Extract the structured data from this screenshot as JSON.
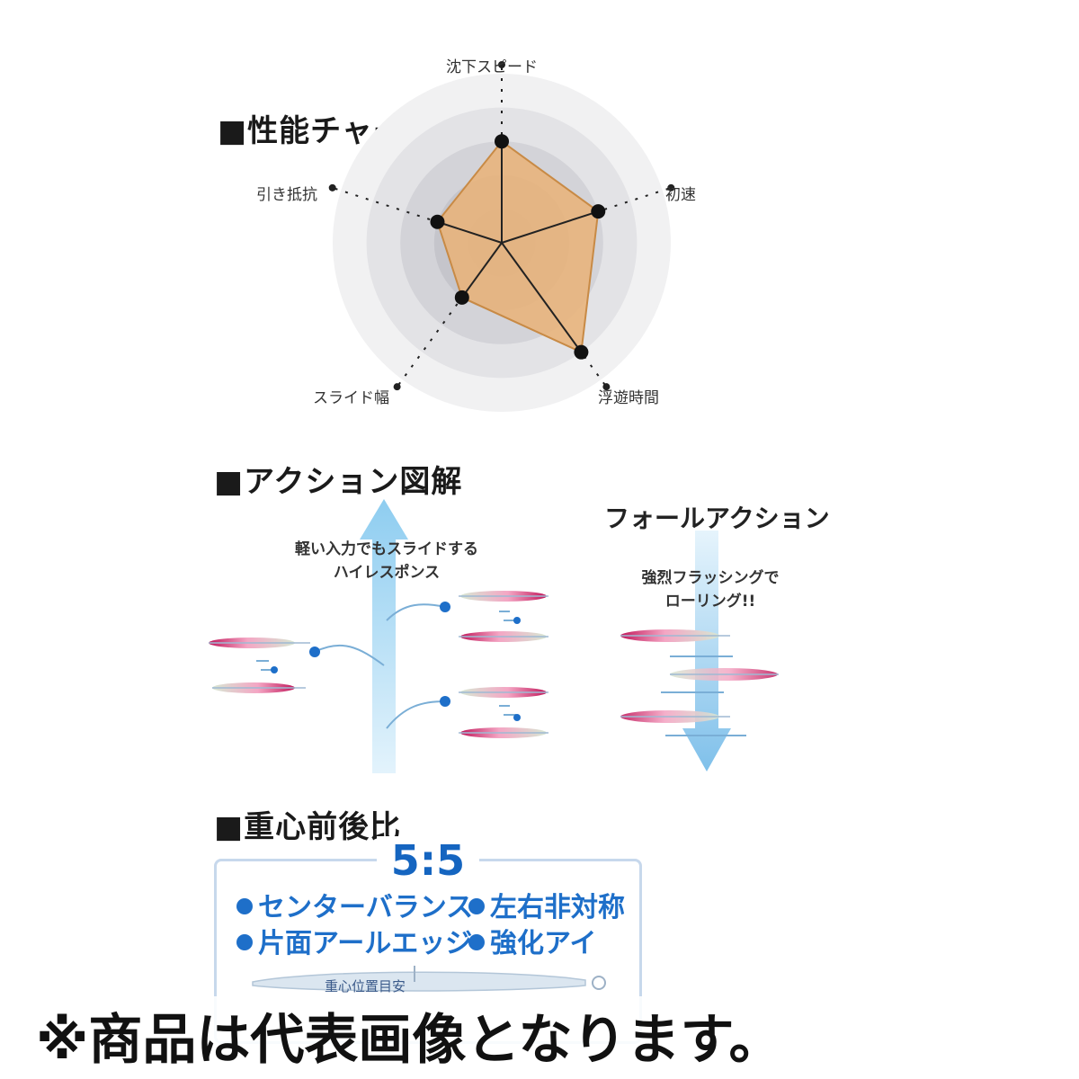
{
  "performance": {
    "heading": "■性能チャート",
    "chart_data": {
      "type": "radar",
      "axes": [
        "沈下スピード",
        "初速",
        "浮遊時間",
        "スライド幅",
        "引き抵抗"
      ],
      "values": [
        3,
        3,
        4,
        2,
        2
      ],
      "max": 5
    }
  },
  "action": {
    "heading": "■アクション図解",
    "rise_caption_line1": "軽い入力でもスライドする",
    "rise_caption_line2": "ハイレスポンス",
    "fall_title": "フォールアクション",
    "fall_caption_line1": "強烈フラッシングで",
    "fall_caption_line2": "ローリング!!"
  },
  "cog": {
    "heading": "■重心前後比",
    "ratio": "5:5",
    "features": [
      "センターバランス",
      "左右非対称",
      "片面アールエッジ",
      "強化アイ"
    ],
    "caption": "重心位置目安"
  },
  "notice": "※商品は代表画像となります。",
  "colors": {
    "accent_blue": "#1e6fc9",
    "radar_fill": "#e8b37a",
    "arrow_blue": "#7fc4ec"
  }
}
